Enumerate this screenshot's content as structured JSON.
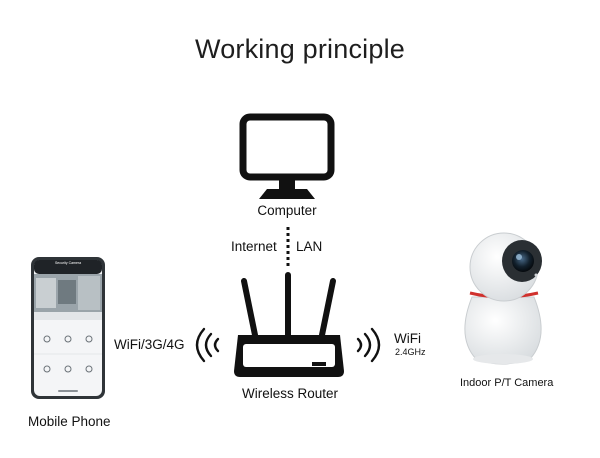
{
  "title": "Working principle",
  "nodes": {
    "computer": "Computer",
    "router": "Wireless Router",
    "phone": "Mobile Phone",
    "camera": "Indoor P/T Camera"
  },
  "links": {
    "internet": "Internet",
    "lan": "LAN",
    "phone_link": "WiFi/3G/4G",
    "camera_link": "WiFi",
    "camera_band": "2.4GHz"
  },
  "phone_screen": {
    "header": "Security Camera"
  },
  "colors": {
    "ink": "#111111",
    "camera_ring": "#d0312d"
  }
}
